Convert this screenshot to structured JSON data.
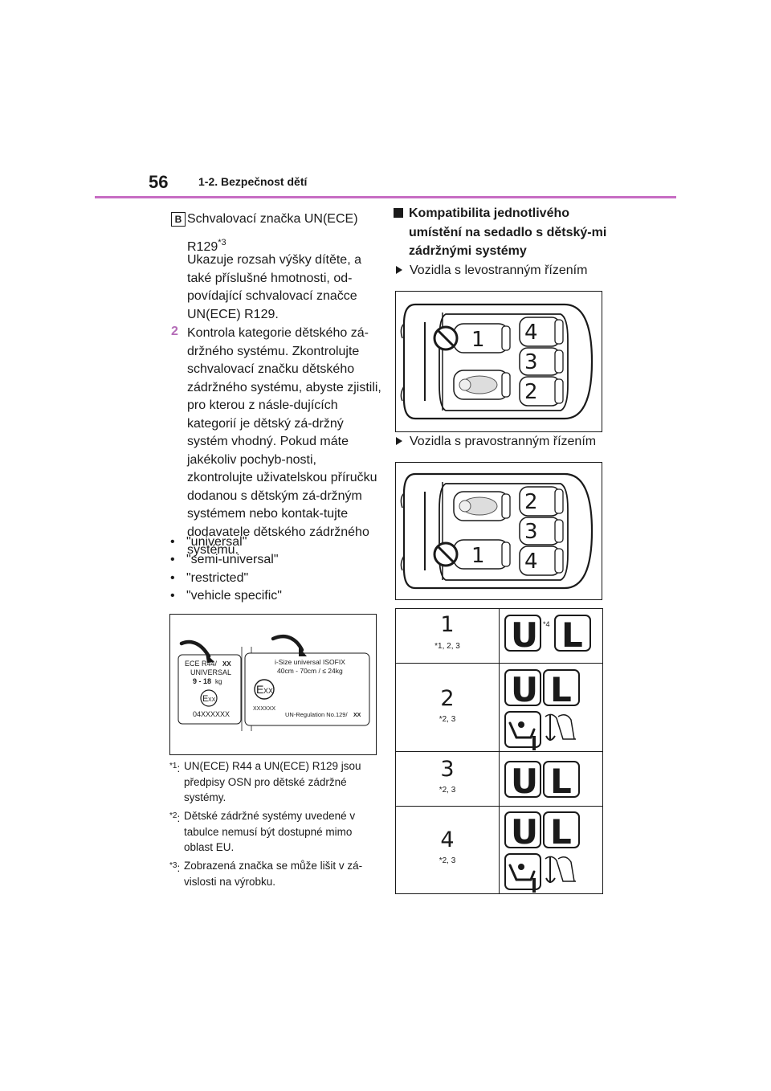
{
  "header": {
    "page_number": "56",
    "section_title": "1-2. Bezpečnost dětí"
  },
  "left": {
    "b_label": "B",
    "b_line1": "Schvalovací značka UN(ECE)",
    "b_r129": "R129",
    "b_r129_note": "*3",
    "b_desc": "Ukazuje rozsah výšky dítěte, a také příslušné hmotnosti, od-povídající schvalovací značce UN(ECE) R129.",
    "item2_number": "2",
    "item2_text": "Kontrola kategorie dětského zá-držného systému. Zkontrolujte schvalovací značku dětského zádržného systému, abyste zjistili, pro kterou z násle-dujících kategorií je dětský zá-držný systém vhodný. Pokud máte jakékoliv pochyb-nosti, zkontrolujte uživatelskou příručku dodanou s dětským zá-držným systémem nebo kontak-tujte dodavatele dětského zádržného systému.",
    "bullets": [
      "\"universal\"",
      "\"semi-universal\"",
      "\"restricted\"",
      "\"vehicle specific\""
    ],
    "label_figure": {
      "ece44": {
        "line1": "ECE R44/",
        "xx": "XX",
        "line2": "UNIVERSAL",
        "weight_range": "9 - 18",
        "weight_unit": "kg",
        "e_mark": "E",
        "e_xx": "XX",
        "approval": "04XXXXXX"
      },
      "r129": {
        "title": "i-Size universal ISOFIX",
        "range": "40cm - 70cm / ≤ 24kg",
        "e_mark": "E",
        "e_xx": "XX",
        "approval": "XXXXXX",
        "regulation": "UN-Regulation No.129/",
        "regulation_xx": "XX"
      }
    },
    "footnotes": [
      {
        "mark": "*1",
        "text": "UN(ECE) R44 a UN(ECE) R129 jsou předpisy OSN pro dětské zádržné systémy."
      },
      {
        "mark": "*2",
        "text": "Dětské zádržné systémy uvedené v tabulce nemusí být dostupné mimo oblast EU."
      },
      {
        "mark": "*3",
        "text": "Zobrazená značka se může lišit v zá-vislosti na výrobku."
      }
    ]
  },
  "right": {
    "heading": "Kompatibilita jednotlivého umístění na sedadlo s dětský-mi zádržnými systémy",
    "lhd_label": "Vozidla s levostranným řízením",
    "rhd_label": "Vozidla s pravostranným řízením",
    "lhd_seats": [
      "1",
      "4",
      "3",
      "2"
    ],
    "rhd_seats": [
      "2",
      "3",
      "1",
      "4"
    ],
    "table": [
      {
        "seat": "1",
        "note": "*1, 2, 3",
        "u": "U",
        "l": "L",
        "superscript": "*4",
        "isofix": false
      },
      {
        "seat": "2",
        "note": "*2, 3",
        "u": "U",
        "l": "L",
        "superscript": "",
        "isofix": true
      },
      {
        "seat": "3",
        "note": "*2, 3",
        "u": "U",
        "l": "L",
        "superscript": "",
        "isofix": false
      },
      {
        "seat": "4",
        "note": "*2, 3",
        "u": "U",
        "l": "L",
        "superscript": "",
        "isofix": true
      }
    ]
  },
  "colors": {
    "accent": "#c76cc3",
    "item_number": "#b46bb7",
    "ink": "#1a1a1a"
  }
}
